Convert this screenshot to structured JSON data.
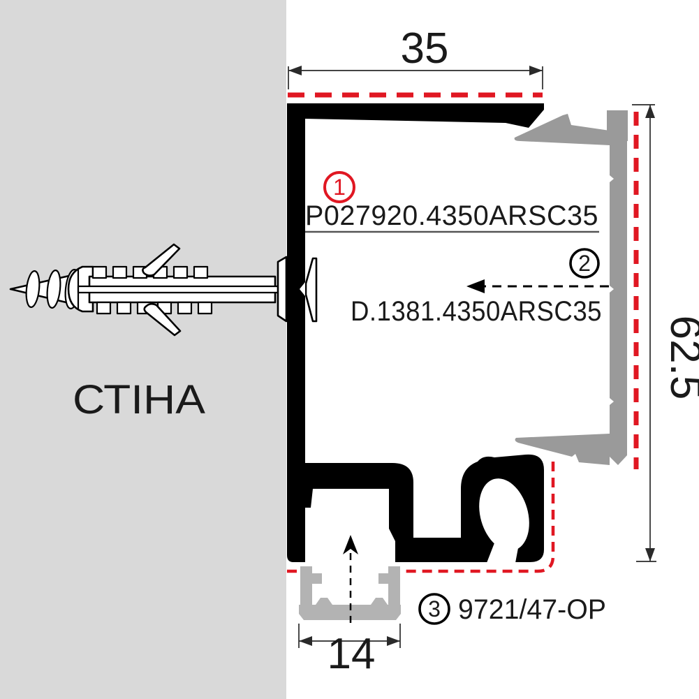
{
  "wall": {
    "label": "СТІНА"
  },
  "items": {
    "item1": {
      "number": "1",
      "code": "P027920.4350ARSC35"
    },
    "item2": {
      "number": "2",
      "code": "D.1381.4350ARSC35"
    },
    "item3": {
      "number": "3",
      "code": "9721/47-OP"
    }
  },
  "dimensions": {
    "top_width": "35",
    "right_height": "62.5",
    "bottom_width": "14"
  },
  "colors": {
    "wall_gray": "#d9d9d9",
    "profile_black": "#000000",
    "accent_red": "#e01722",
    "item2_gray": "#9a9a9a",
    "item3_gray": "#b3b3b3",
    "text_dark": "#1a1a1a"
  }
}
